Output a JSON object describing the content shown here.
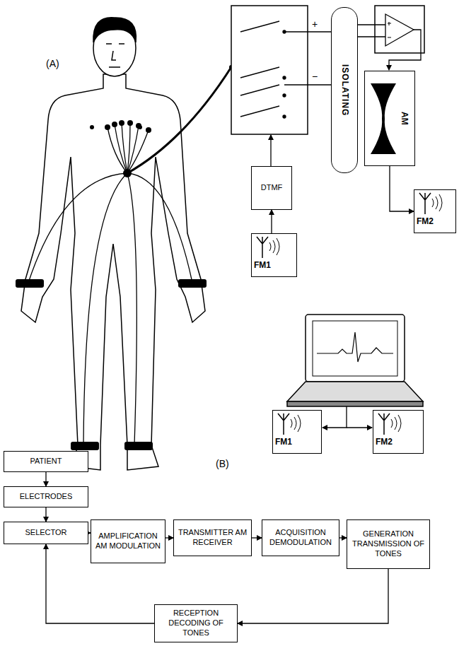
{
  "diagram": {
    "nodes": [
      {
        "text": [
          "DTMF"
        ]
      },
      {
        "text": [
          "FM1"
        ]
      },
      {
        "text": [
          "ISOLATING"
        ]
      },
      {
        "text": [
          "AM"
        ]
      },
      {
        "text": [
          "FM2"
        ]
      },
      {
        "text": [
          "FM1"
        ]
      },
      {
        "text": [
          "FM2"
        ]
      },
      {
        "text": [
          "PATIENT"
        ]
      },
      {
        "text": [
          "ELECTRODES"
        ]
      },
      {
        "text": [
          "SELECTOR"
        ]
      },
      {
        "text": [
          "AMPLIFICATION AM MODULATION"
        ]
      },
      {
        "text": [
          "TRANSMITTER AM RECEIVER"
        ]
      },
      {
        "text": [
          "ACQUISITION DEMODULATION"
        ]
      },
      {
        "text": [
          "GENERATION TRANSMISSION OF TONES"
        ]
      },
      {
        "text": [
          "RECEPTION DECODING OF TONES"
        ]
      }
    ],
    "edges": [
      {
        "from": 1,
        "to": 0,
        "arrow": "to"
      },
      {
        "from": 3,
        "to": 4,
        "arrow": "to"
      },
      {
        "from": 7,
        "to": 8,
        "arrow": "to"
      },
      {
        "from": 8,
        "to": 9,
        "arrow": "to"
      },
      {
        "from": 9,
        "to": 10,
        "arrow": "to"
      },
      {
        "from": 10,
        "to": 11,
        "arrow": "to"
      },
      {
        "from": 11,
        "to": 12,
        "arrow": "to"
      },
      {
        "from": 12,
        "to": 13,
        "arrow": "to"
      },
      {
        "from": 13,
        "to": 14,
        "arrow": "to"
      },
      {
        "from": 14,
        "to": 9,
        "arrow": "to"
      }
    ],
    "labels": [
      "(A)",
      "(B)",
      "+",
      "−"
    ]
  }
}
